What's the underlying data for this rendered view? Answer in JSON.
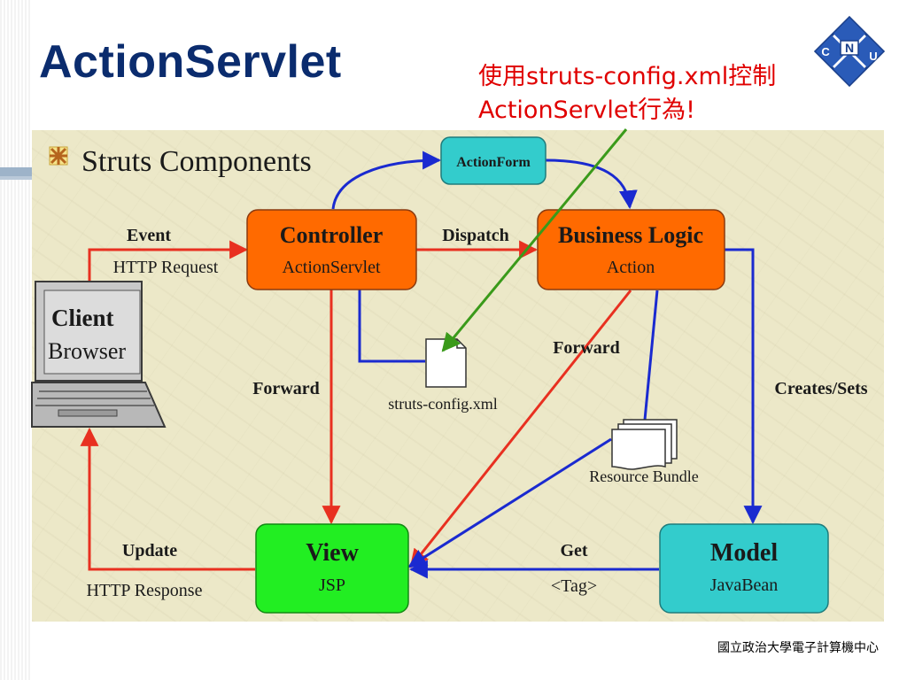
{
  "slide": {
    "title": "ActionServlet",
    "callout_line1": "使用struts-config.xml控制",
    "callout_line2": "ActionServlet行為!",
    "footer": "國立政治大學電子計算機中心"
  },
  "logo": {
    "letters": [
      "N",
      "C",
      "U"
    ]
  },
  "diagram": {
    "header": "Struts Components",
    "nodes": {
      "controller": {
        "title": "Controller",
        "subtitle": "ActionServlet"
      },
      "action_form": {
        "title": "ActionForm"
      },
      "business_logic": {
        "title": "Business Logic",
        "subtitle": "Action"
      },
      "client": {
        "title": "Client",
        "subtitle": "Browser"
      },
      "view": {
        "title": "View",
        "subtitle": "JSP"
      },
      "model": {
        "title": "Model",
        "subtitle": "JavaBean"
      },
      "struts_config": {
        "label": "struts-config.xml"
      },
      "resource_bundle": {
        "label": "Resource Bundle"
      }
    },
    "edges": {
      "event": "Event",
      "http_request": "HTTP Request",
      "dispatch": "Dispatch",
      "forward_left": "Forward",
      "forward_mid": "Forward",
      "creates_sets": "Creates/Sets",
      "update": "Update",
      "http_response": "HTTP Response",
      "get": "Get",
      "tag": "<Tag>"
    }
  },
  "colors": {
    "title": "#0b2c6e",
    "callout": "#e00000",
    "orange_node": "#ff6a00",
    "cyan_node": "#33cccc",
    "green_node": "#22ee22",
    "red_arrow": "#e83020",
    "blue_arrow": "#1a2ad0",
    "green_arrow": "#3a9a1a"
  }
}
